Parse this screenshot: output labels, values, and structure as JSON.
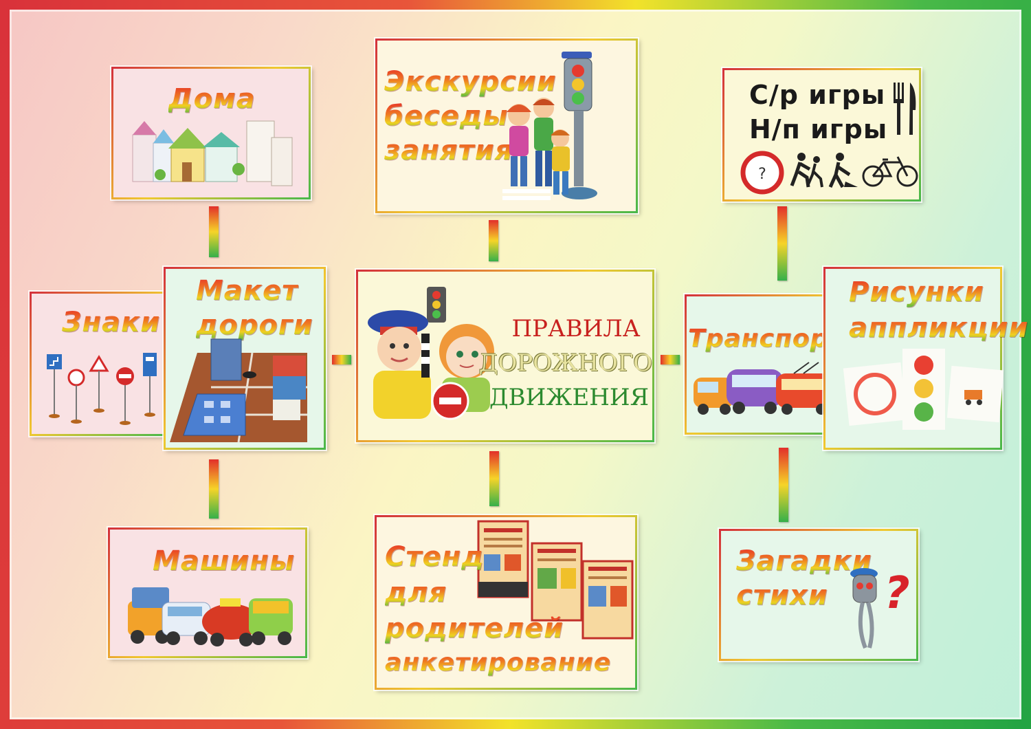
{
  "center": {
    "line1": "ПРАВИЛА",
    "line2": "ДОРОЖНОГО",
    "line3": "ДВИЖЕНИЯ"
  },
  "boxes": {
    "doma": "Дома",
    "excursions": [
      "Экскурсии",
      "беседы",
      "занятия"
    ],
    "games": [
      "С/р игры",
      "Н/п игры"
    ],
    "znaki": "Знаки",
    "maket": [
      "Макет",
      "дороги"
    ],
    "transport": "Транспорт",
    "risunki": [
      "Рисунки",
      "аппликции"
    ],
    "mashiny": "Машины",
    "stend": [
      "Стенд",
      "для",
      "родителей",
      "анкетирование"
    ],
    "zagadki": [
      "Загадки",
      "стихи"
    ]
  },
  "colors": {
    "red": "#e22f2a",
    "yellow": "#f6d428",
    "green": "#35b04a"
  },
  "icons": [
    "houses-illustration",
    "children-traffic-light-illustration",
    "fork-knife-icon",
    "no-entry-sign-icon",
    "running-children-sign-icon",
    "road-works-sign-icon",
    "bicycle-icon",
    "road-signs-illustration",
    "road-model-photo",
    "police-child-illustration",
    "transport-illustration",
    "traffic-light-drawings",
    "cars-illustration",
    "parent-stand-leaflets",
    "question-traffic-light-illustration"
  ]
}
